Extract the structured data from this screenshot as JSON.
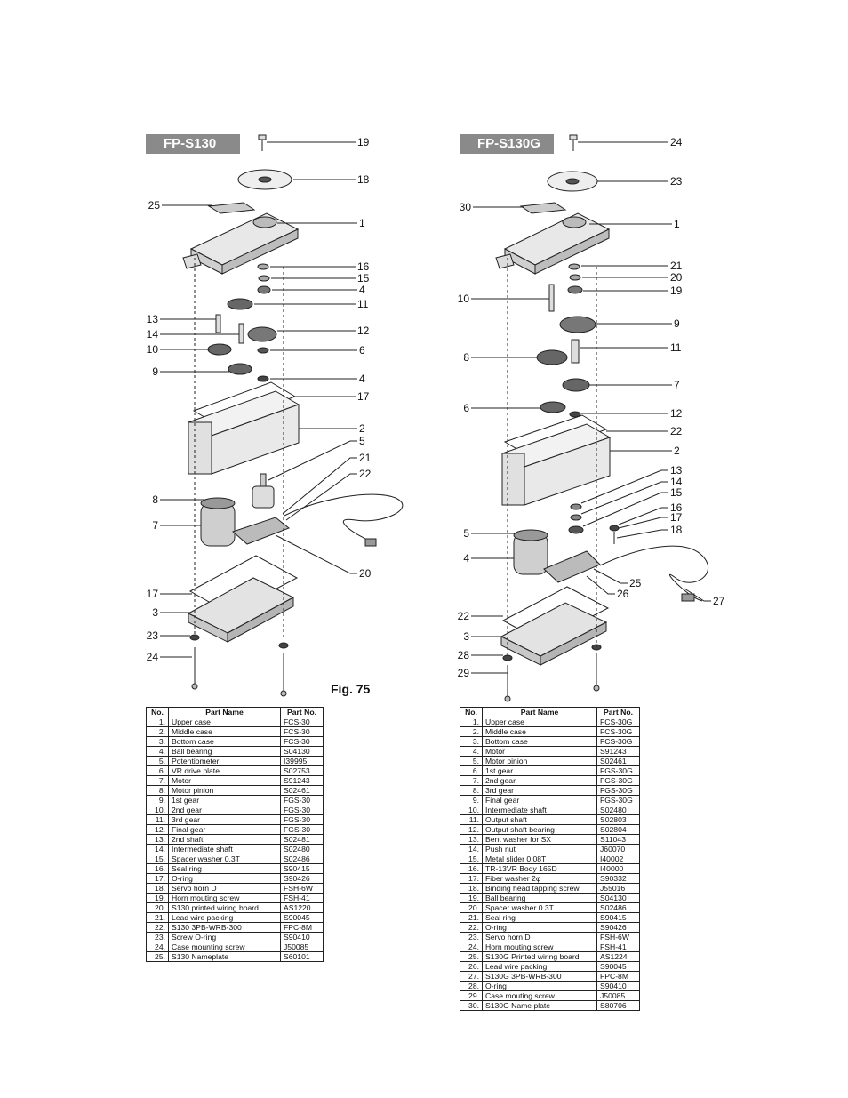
{
  "left": {
    "model": "FP-S130",
    "figure_label": "Fig. 75",
    "callouts": [
      "19",
      "18",
      "25",
      "1",
      "16",
      "15",
      "4",
      "11",
      "13",
      "12",
      "14",
      "10",
      "6",
      "9",
      "4",
      "17",
      "2",
      "5",
      "21",
      "22",
      "8",
      "7",
      "20",
      "17",
      "3",
      "23",
      "24"
    ],
    "table": {
      "headers": [
        "No.",
        "Part Name",
        "Part No."
      ],
      "rows": [
        [
          "1.",
          "Upper case",
          "FCS-30"
        ],
        [
          "2.",
          "Middle case",
          "FCS-30"
        ],
        [
          "3.",
          "Bottom case",
          "FCS-30"
        ],
        [
          "4.",
          "Ball bearing",
          "S04130"
        ],
        [
          "5.",
          "Potentiometer",
          "I39995"
        ],
        [
          "6.",
          "VR drive plate",
          "S02753"
        ],
        [
          "7.",
          "Motor",
          "S91243"
        ],
        [
          "8.",
          "Motor pinion",
          "S02461"
        ],
        [
          "9.",
          "1st gear",
          "FGS-30"
        ],
        [
          "10.",
          "2nd gear",
          "FGS-30"
        ],
        [
          "11.",
          "3rd gear",
          "FGS-30"
        ],
        [
          "12.",
          "Final gear",
          "FGS-30"
        ],
        [
          "13.",
          "2nd shaft",
          "S02481"
        ],
        [
          "14.",
          "Intermediate shaft",
          "S02480"
        ],
        [
          "15.",
          "Spacer washer 0.3T",
          "S02486"
        ],
        [
          "16.",
          "Seal ring",
          "S90415"
        ],
        [
          "17.",
          "O-ring",
          "S90426"
        ],
        [
          "18.",
          "Servo horn D",
          "FSH-6W"
        ],
        [
          "19.",
          "Horn mouting screw",
          "FSH-41"
        ],
        [
          "20.",
          "S130 printed wiring board",
          "AS1220"
        ],
        [
          "21.",
          "Lead wire packing",
          "S90045"
        ],
        [
          "22.",
          "S130 3PB-WRB-300",
          "FPC-8M"
        ],
        [
          "23.",
          "Screw O-ring",
          "S90410"
        ],
        [
          "24.",
          "Case mounting screw",
          "J50085"
        ],
        [
          "25.",
          "S130 Nameplate",
          "S60101"
        ]
      ]
    }
  },
  "right": {
    "model": "FP-S130G",
    "callouts": [
      "24",
      "23",
      "30",
      "1",
      "21",
      "20",
      "19",
      "10",
      "9",
      "11",
      "8",
      "7",
      "6",
      "12",
      "22",
      "2",
      "13",
      "14",
      "15",
      "16",
      "17",
      "18",
      "5",
      "4",
      "25",
      "26",
      "27",
      "22",
      "3",
      "28",
      "29"
    ],
    "table": {
      "headers": [
        "No.",
        "Part Name",
        "Part No."
      ],
      "rows": [
        [
          "1.",
          "Upper case",
          "FCS-30G"
        ],
        [
          "2.",
          "Middle case",
          "FCS-30G"
        ],
        [
          "3.",
          "Bottom case",
          "FCS-30G"
        ],
        [
          "4.",
          "Motor",
          "S91243"
        ],
        [
          "5.",
          "Motor pinion",
          "S02461"
        ],
        [
          "6.",
          "1st gear",
          "FGS-30G"
        ],
        [
          "7.",
          "2nd gear",
          "FGS-30G"
        ],
        [
          "8.",
          "3rd gear",
          "FGS-30G"
        ],
        [
          "9.",
          "Final gear",
          "FGS-30G"
        ],
        [
          "10.",
          "Intermediate shaft",
          "S02480"
        ],
        [
          "11.",
          "Output shaft",
          "S02803"
        ],
        [
          "12.",
          "Output shaft bearing",
          "S02804"
        ],
        [
          "13.",
          "Bent washer for SX",
          "S11043"
        ],
        [
          "14.",
          "Push nut",
          "J60070"
        ],
        [
          "15.",
          "Metal slider 0.08T",
          "I40002"
        ],
        [
          "16.",
          "TR-13VR Body 165D",
          "I40000"
        ],
        [
          "17.",
          "Fiber washer 2φ",
          "S90332"
        ],
        [
          "18.",
          "Binding head tapping screw",
          "J55016"
        ],
        [
          "19.",
          "Ball bearing",
          "S04130"
        ],
        [
          "20.",
          "Spacer washer 0.3T",
          "S02486"
        ],
        [
          "21.",
          "Seal ring",
          "S90415"
        ],
        [
          "22.",
          "O-ring",
          "S90426"
        ],
        [
          "23.",
          "Servo horn D",
          "FSH-6W"
        ],
        [
          "24.",
          "Horn mouting screw",
          "FSH-41"
        ],
        [
          "25.",
          "S130G Printed wiring board",
          "AS1224"
        ],
        [
          "26.",
          "Lead wire packing",
          "S90045"
        ],
        [
          "27.",
          "S130G 3PB-WRB-300",
          "FPC-8M"
        ],
        [
          "28.",
          "O-ring",
          "S90410"
        ],
        [
          "29.",
          "Case mouting screw",
          "J50085"
        ],
        [
          "30.",
          "S130G Name plate",
          "S80706"
        ]
      ]
    }
  }
}
